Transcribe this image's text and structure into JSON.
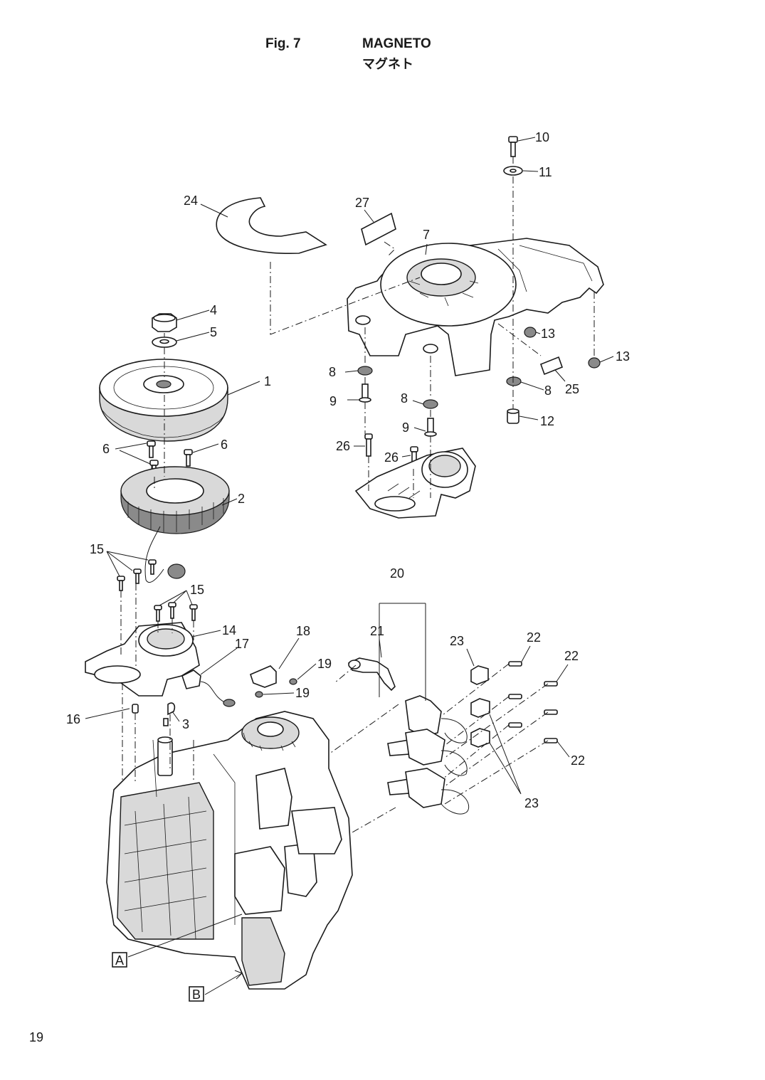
{
  "header": {
    "fig_label": "Fig. 7",
    "title_en": "MAGNETO",
    "title_ja": "マグネト"
  },
  "page_number": "19",
  "diagram": {
    "callouts": [
      "1",
      "2",
      "3",
      "4",
      "5",
      "6",
      "6",
      "7",
      "8",
      "8",
      "8",
      "9",
      "9",
      "10",
      "11",
      "12",
      "13",
      "13",
      "14",
      "15",
      "15",
      "16",
      "17",
      "18",
      "19",
      "19",
      "20",
      "21",
      "22",
      "22",
      "22",
      "23",
      "23",
      "24",
      "25",
      "26",
      "26",
      "27"
    ],
    "reference_boxes": [
      "A",
      "B"
    ]
  }
}
